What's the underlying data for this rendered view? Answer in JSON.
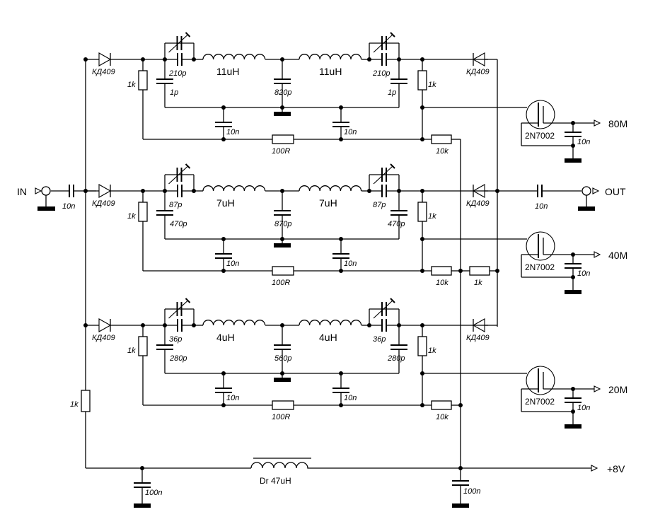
{
  "title": "Triple-band switched filter (80M / 40M / 20M)",
  "ports": {
    "input": "IN",
    "output": "OUT",
    "supply": "+8V",
    "band_outputs": [
      "80M",
      "40M",
      "20M"
    ]
  },
  "input_cap": "10n",
  "output_cap": "10n",
  "bias_resistor": "1k",
  "choke": "Dr 47uH",
  "decoupling_caps": [
    "100n",
    "100n"
  ],
  "bands": [
    {
      "name": "80M",
      "diode_in": "КД409",
      "diode_out": "КД409",
      "r_in": "1k",
      "r_out": "1k",
      "trim_cap_in": "210p",
      "trim_cap_out": "210p",
      "shunt_in": "1p",
      "shunt_out": "1p",
      "inductor_1": "11uH",
      "inductor_2": "11uH",
      "center_cap": "820p",
      "bypass_1": "10n",
      "bypass_2": "10n",
      "series_r": "100R",
      "gate_r": "10k",
      "extra_r": "",
      "fet": "2N7002",
      "fet_cap": "10n"
    },
    {
      "name": "40M",
      "diode_in": "КД409",
      "diode_out": "КД409",
      "r_in": "1k",
      "r_out": "1k",
      "trim_cap_in": "87p",
      "trim_cap_out": "87p",
      "shunt_in": "470p",
      "shunt_out": "470p",
      "inductor_1": "7uH",
      "inductor_2": "7uH",
      "center_cap": "870p",
      "bypass_1": "10n",
      "bypass_2": "10n",
      "series_r": "100R",
      "gate_r": "10k",
      "extra_r": "1k",
      "fet": "2N7002",
      "fet_cap": "10n"
    },
    {
      "name": "20M",
      "diode_in": "КД409",
      "diode_out": "КД409",
      "r_in": "1k",
      "r_out": "1k",
      "trim_cap_in": "36p",
      "trim_cap_out": "36p",
      "shunt_in": "280p",
      "shunt_out": "280p",
      "inductor_1": "4uH",
      "inductor_2": "4uH",
      "center_cap": "560p",
      "bypass_1": "10n",
      "bypass_2": "10n",
      "series_r": "100R",
      "gate_r": "10k",
      "extra_r": "",
      "fet": "2N7002",
      "fet_cap": "10n"
    }
  ]
}
